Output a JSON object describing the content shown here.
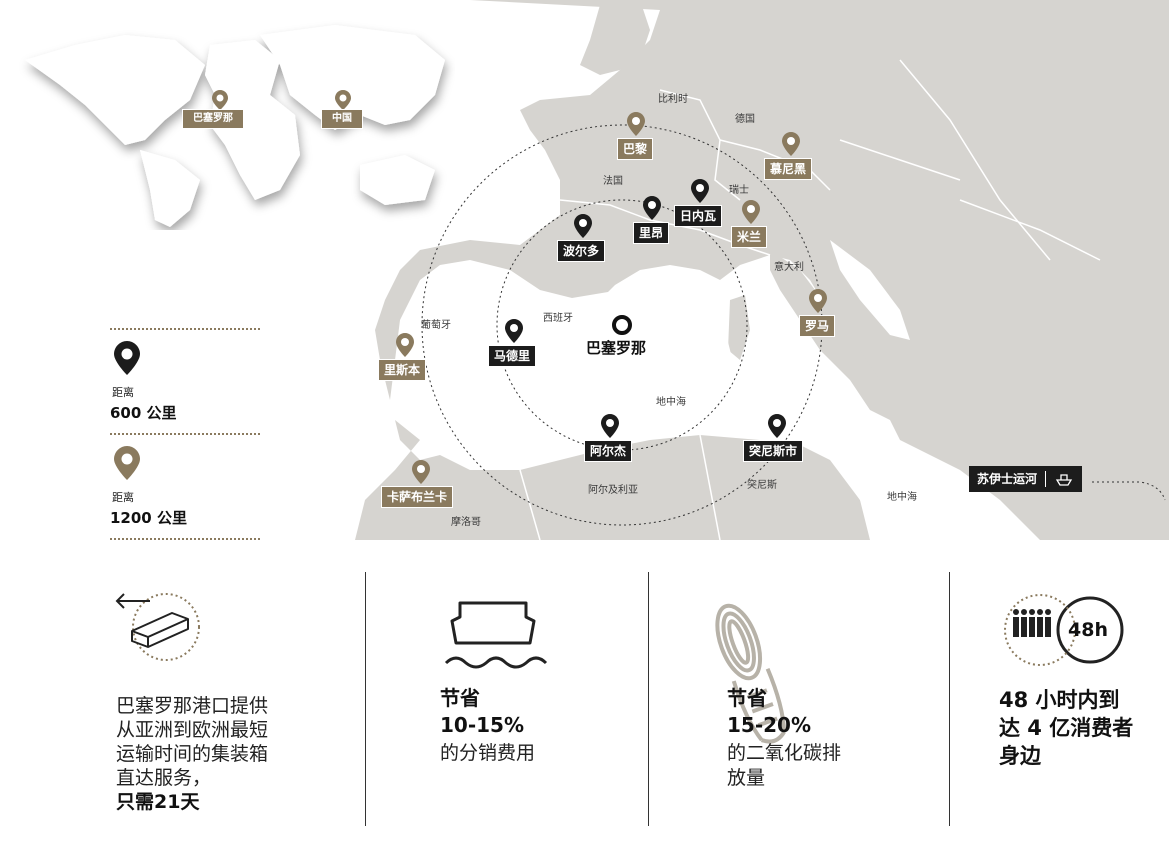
{
  "world_pins": {
    "barcelona": "巴塞罗那",
    "china": "中国"
  },
  "cities_dark": {
    "bordeaux": "波尔多",
    "lyon": "里昂",
    "geneva": "日内瓦",
    "madrid": "马德里",
    "algiers": "阿尔杰",
    "tunis": "突尼斯市"
  },
  "cities_gold": {
    "paris": "巴黎",
    "munich": "慕尼黑",
    "milan": "米兰",
    "rome": "罗马",
    "lisbon": "里斯本",
    "casablanca": "卡萨布兰卡"
  },
  "hub": "巴塞罗那",
  "countries": {
    "belgium": "比利时",
    "germany": "德国",
    "france": "法国",
    "switzerland": "瑞士",
    "italy": "意大利",
    "portugal": "葡萄牙",
    "spain": "西班牙",
    "mediterranean_1": "地中海",
    "mediterranean_2": "地中海",
    "algeria": "阿尔及利亚",
    "tunisia": "突尼斯",
    "morocco": "摩洛哥"
  },
  "suez": "苏伊士运河",
  "legend": {
    "dark_small": "距离",
    "dark_big": "600 公里",
    "gold_small": "距离",
    "gold_big": "1200 公里"
  },
  "stats": {
    "s1_lines": [
      "巴塞罗那港口提供",
      "从亚洲到欧洲最短",
      "运输时间的集装箱",
      "直达服务，"
    ],
    "s1_bold": "只需21天",
    "s2_head1": "节省",
    "s2_head2": "10-15%",
    "s2_sub": "的分销费用",
    "s3_head1": "节省",
    "s3_head2": "15-20%",
    "s3_sub1": "的二氧化碳排",
    "s3_sub2": "放量",
    "s4_badge": "48h",
    "s4_line1": "48 小时内到",
    "s4_line2": "达 4 亿消费者",
    "s4_line3": "身边"
  },
  "colors": {
    "dark_pin": "#1c1c1c",
    "gold_pin": "#8a7a5e",
    "land": "#d6d4d0",
    "sea": "#ffffff"
  }
}
